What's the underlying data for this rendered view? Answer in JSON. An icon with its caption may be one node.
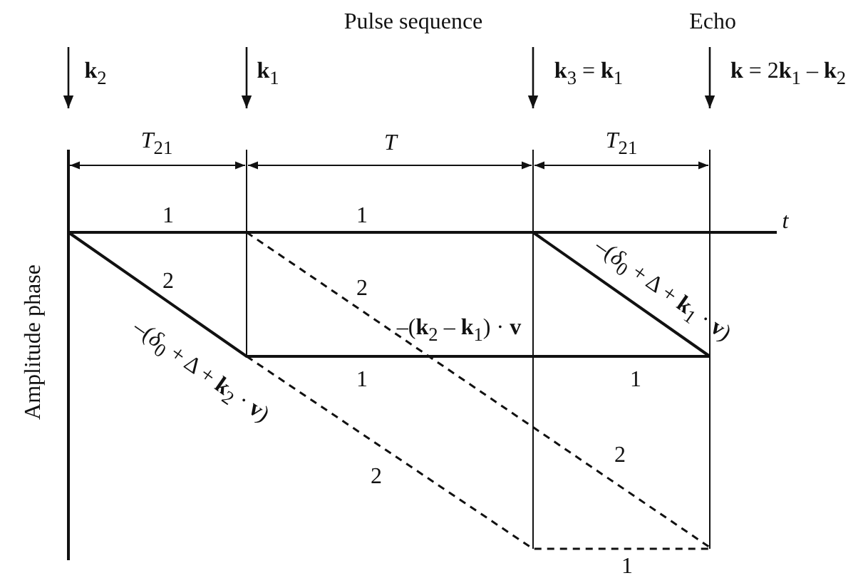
{
  "diagram": {
    "labels": [
      "Pulse sequence",
      "Echo",
      "**k**$_{2}$",
      "**k**$_{1}$",
      "**k**$_{3}$ = **k**$_{1}$",
      "**k** = 2**k**$_{1}$ – **k**$_{2}$",
      "*T*$_{21}$",
      "*T*",
      "*T*$_{21}$",
      "1",
      "1",
      "t",
      "Amplitude phase",
      "2",
      "2",
      "–(*δ*$_{0}$ + Δ + **k**$_{1}$ · **v**)",
      "–(**k**$_{2}$ – **k**$_{1}$) · **v**",
      "–(*δ*$_{0}$ + Δ + **k**$_{2}$ · **v**)",
      "1",
      "1",
      "2",
      "2",
      "1"
    ]
  }
}
